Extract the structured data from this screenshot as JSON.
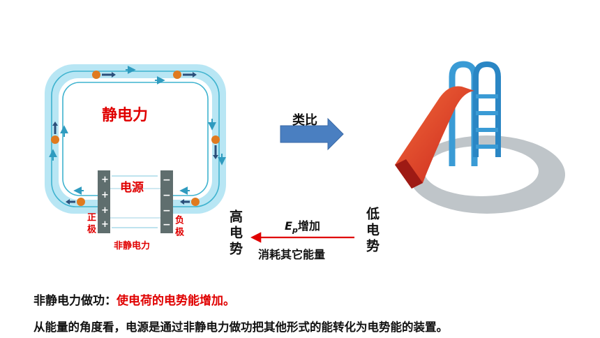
{
  "circuit": {
    "loop_label": "静电力",
    "source_label": "电源",
    "positive_pole": "正极",
    "negative_pole": "负极",
    "non_electrostatic": "非静电力",
    "plus_sign": "+",
    "minus_sign": "−"
  },
  "analogy_label": "类比",
  "bottom_arrow": {
    "left_label": "高电势",
    "right_label": "低电势",
    "ep_symbol": "E",
    "ep_sub": "p",
    "ep_text": "增加",
    "consume_text": "消耗其它能量"
  },
  "line1": {
    "prefix": "非静电力做功：",
    "highlight": "使电荷的电势能增加。"
  },
  "line2": "从能量的角度看，电源是通过非静电力做功把其他形式的能转化为电势能的装置。",
  "colors": {
    "loop": "#a8dff0",
    "loop_line": "#3fb3cf",
    "battery": "#5f6e6e",
    "accent_red": "#e00000",
    "arrow_blue": "#4a7fc1",
    "slide_red": "#e0452a",
    "slide_blue": "#3a9bd5"
  }
}
